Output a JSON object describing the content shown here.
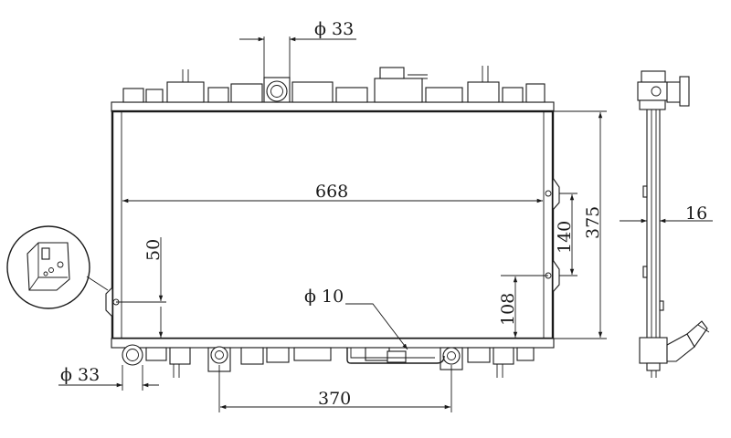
{
  "drawing": {
    "dimensions": {
      "phi_top": "ϕ 33",
      "width": "668",
      "height_total": "375",
      "bracket_spacing": "140",
      "bracket_offset": "108",
      "side_offset": "50",
      "phi_pipe": "ϕ 10",
      "phi_bottom": "ϕ 33",
      "outlet_spacing": "370",
      "core_thickness": "16"
    }
  }
}
